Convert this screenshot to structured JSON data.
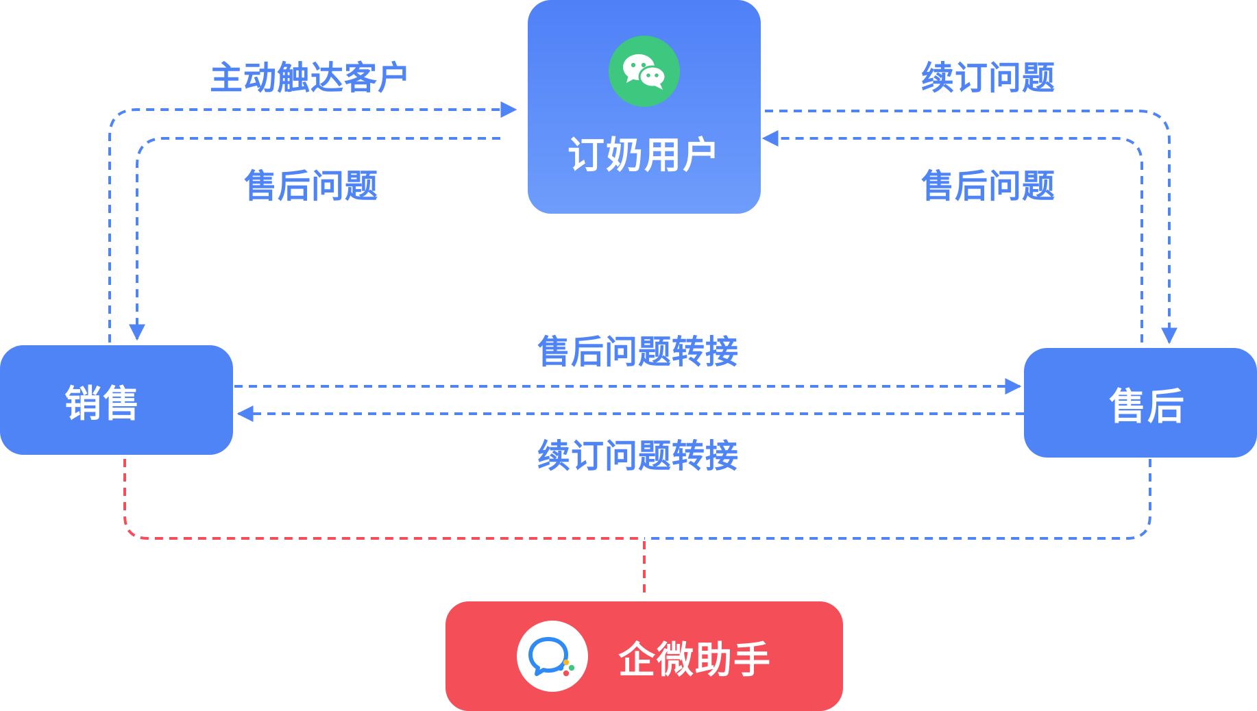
{
  "nodes": {
    "user": {
      "label": "订奶用户",
      "icon": "wechat-icon"
    },
    "sales": {
      "label": "销售"
    },
    "aftersales": {
      "label": "售后"
    },
    "assistant": {
      "label": "企微助手",
      "icon": "wecom-icon"
    }
  },
  "edges": {
    "sales_to_user": {
      "label": "主动触达客户"
    },
    "user_to_sales": {
      "label": "售后问题"
    },
    "aftersales_to_user": {
      "label": "续订问题"
    },
    "user_to_aftersales": {
      "label": "售后问题"
    },
    "sales_to_aftersales": {
      "label": "售后问题转接"
    },
    "aftersales_to_sales": {
      "label": "续订问题转接"
    }
  },
  "colors": {
    "blue": "#4f84f7",
    "red": "#f44e59",
    "wechat_green": "#3ec77f"
  }
}
